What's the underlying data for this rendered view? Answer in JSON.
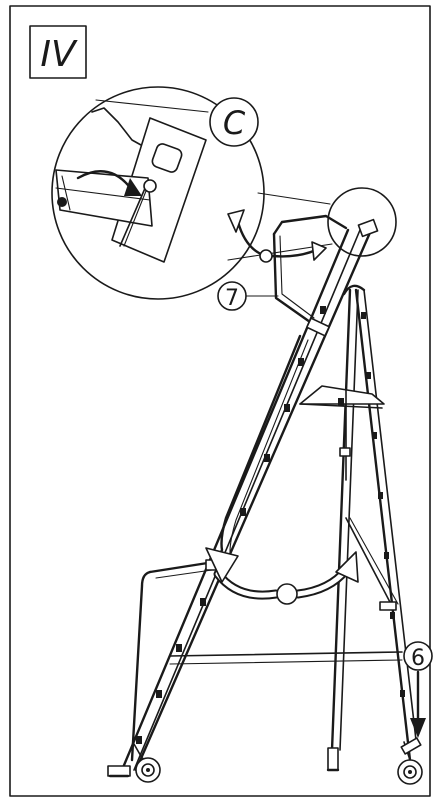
{
  "step_label": "IV",
  "detail_label": "C",
  "callouts": {
    "part_7": "7",
    "part_6": "6"
  },
  "colors": {
    "ink": "#1a1a1a",
    "paper": "#ffffff"
  }
}
